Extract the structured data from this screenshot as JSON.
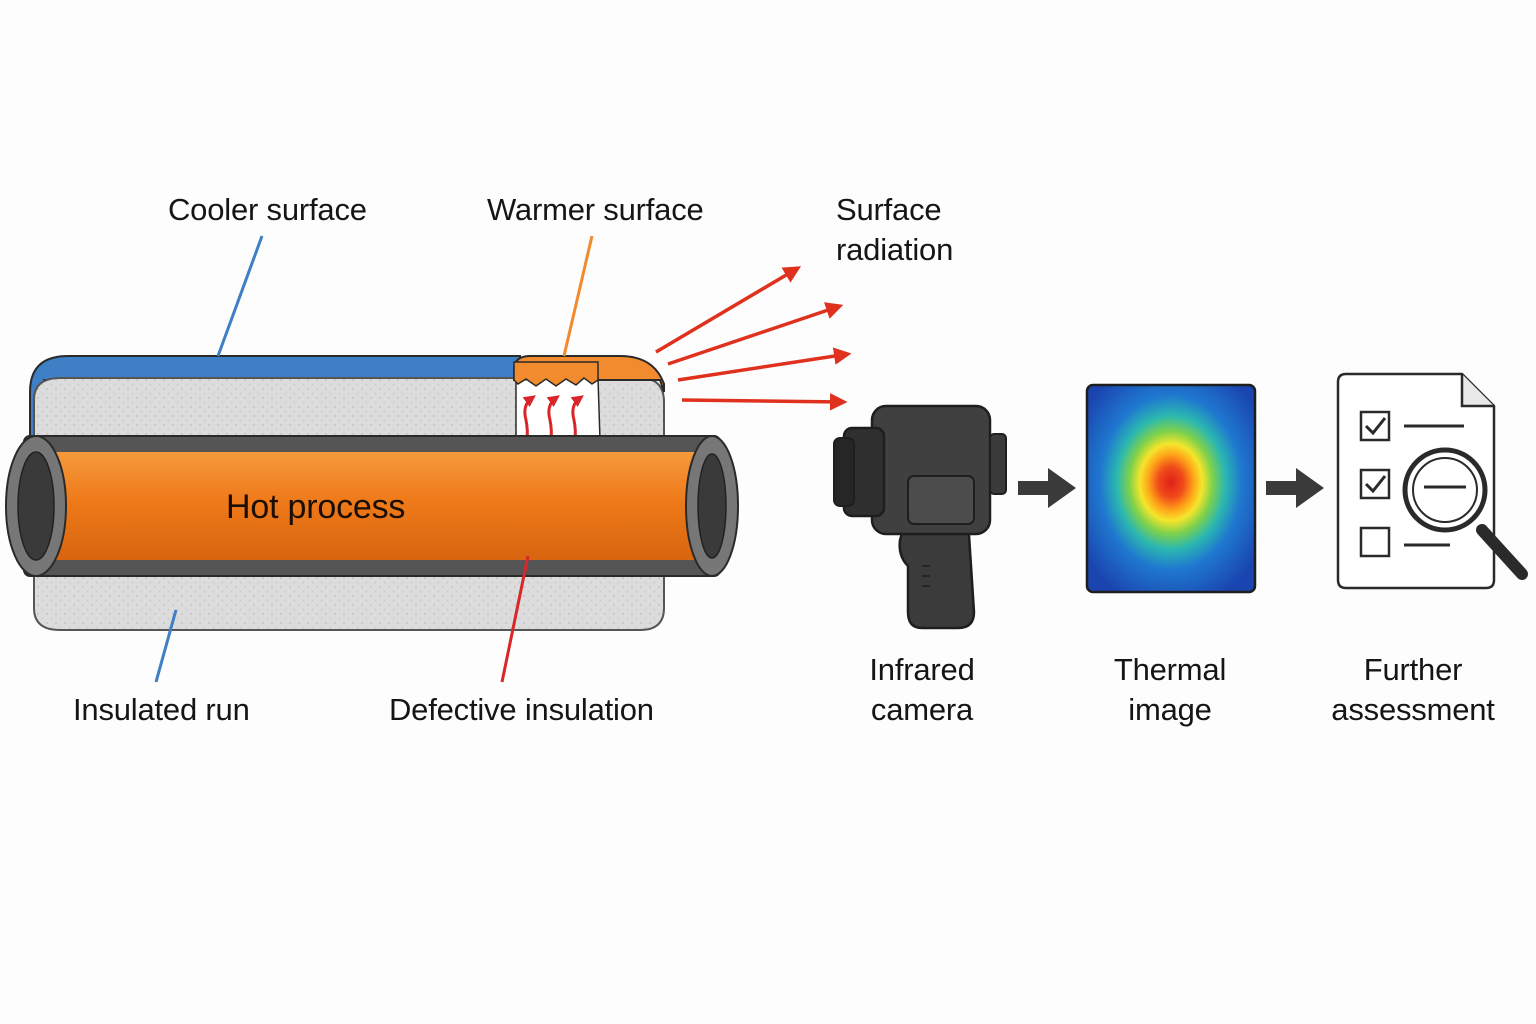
{
  "labels": {
    "cooler_surface": "Cooler surface",
    "warmer_surface": "Warmer surface",
    "surface_radiation_line1": "Surface",
    "surface_radiation_line2": "radiation",
    "hot_process": "Hot process",
    "insulated_run": "Insulated run",
    "defective_insulation": "Defective insulation",
    "infrared_camera_line1": "Infrared",
    "infrared_camera_line2": "camera",
    "thermal_image_line1": "Thermal",
    "thermal_image_line2": "image",
    "further_assessment_line1": "Further",
    "further_assessment_line2": "assessment"
  },
  "colors": {
    "cooler_surface": "#3f7fc6",
    "warmer_surface": "#f28a2e",
    "hot_process": "#ef7a1a",
    "radiation": "#e0301e",
    "defective_leader": "#d8262a",
    "insulation": "#d9d9d9",
    "pipe_wall": "#5a5a5a",
    "flow_arrow": "#3a3a3a"
  },
  "icons": {
    "camera": "infrared-camera-icon",
    "thermal": "thermal-image-icon",
    "report": "checklist-document-icon",
    "magnifier": "magnifier-icon"
  }
}
